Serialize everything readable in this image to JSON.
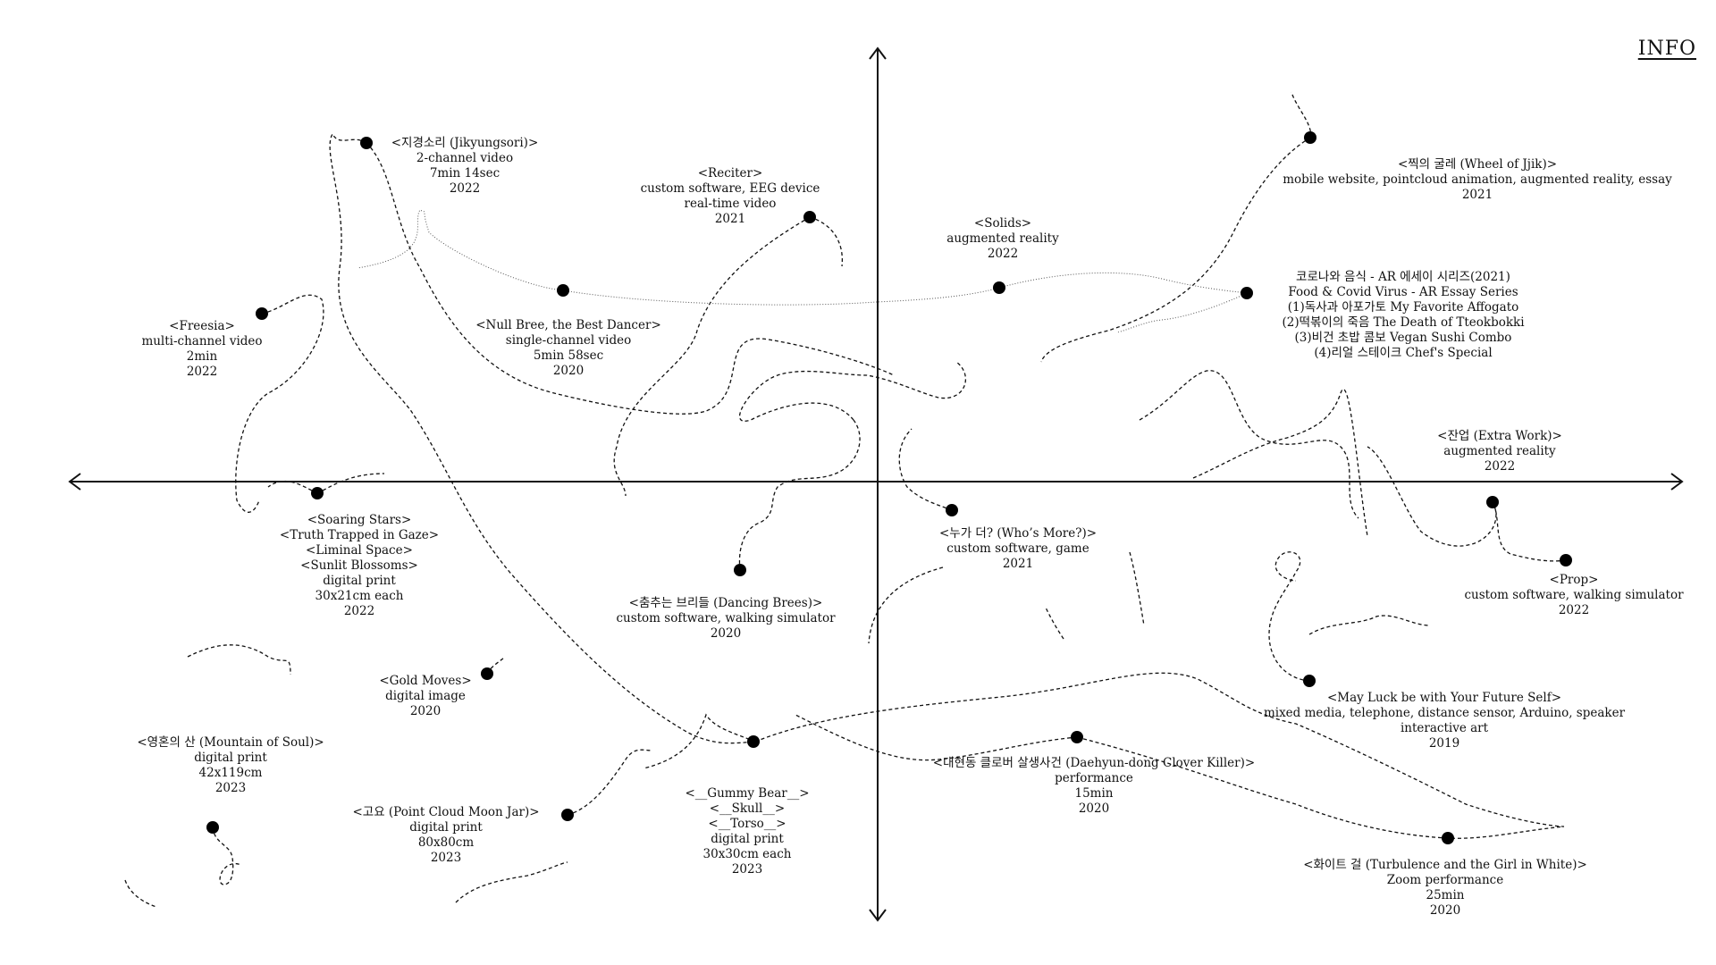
{
  "info_link": "INFO",
  "works": [
    {
      "id": "jikyungsori",
      "lines": [
        "<지경소리 (Jikyungsori)>",
        "2-channel video",
        "7min 14sec",
        "2022"
      ]
    },
    {
      "id": "reciter",
      "lines": [
        "<Reciter>",
        "custom software, EEG device",
        "real-time video",
        "2021"
      ]
    },
    {
      "id": "solids",
      "lines": [
        "<Solids>",
        "augmented reality",
        "2022"
      ]
    },
    {
      "id": "wheel-of-jjik",
      "lines": [
        "<찍의 굴레 (Wheel of Jjik)>",
        "mobile website, pointcloud animation, augmented reality, essay",
        "2021"
      ]
    },
    {
      "id": "food-covid",
      "lines": [
        "코로나와 음식 - AR 에세이 시리즈(2021)",
        "Food & Covid Virus - AR Essay Series",
        "(1)독사과 아포가토 My Favorite Affogato",
        "(2)떡볶이의 죽음 The Death of Tteokbokki",
        "(3)비건 초밥 콤보 Vegan Sushi Combo",
        "(4)리얼 스테이크 Chef's Special"
      ]
    },
    {
      "id": "freesia",
      "lines": [
        "<Freesia>",
        "multi-channel video",
        "2min",
        "2022"
      ]
    },
    {
      "id": "null-bree",
      "lines": [
        "<Null Bree, the Best Dancer>",
        "single-channel video",
        "5min 58sec",
        "2020"
      ]
    },
    {
      "id": "extra-work",
      "lines": [
        "<잔업 (Extra Work)>",
        "augmented reality",
        "2022"
      ]
    },
    {
      "id": "soaring-stars",
      "lines": [
        "<Soaring Stars>",
        "<Truth Trapped in Gaze>",
        "<Liminal Space>",
        "<Sunlit Blossoms>",
        "digital print",
        "30x21cm each",
        "2022"
      ]
    },
    {
      "id": "whos-more",
      "lines": [
        "<누가 더? (Who’s More?)>",
        "custom software, game",
        "2021"
      ]
    },
    {
      "id": "dancing-brees",
      "lines": [
        "<춤추는 브리들 (Dancing Brees)>",
        "custom software, walking simulator",
        "2020"
      ]
    },
    {
      "id": "prop",
      "lines": [
        "<Prop>",
        "custom software, walking simulator",
        "2022"
      ]
    },
    {
      "id": "gold-moves",
      "lines": [
        "<Gold Moves>",
        "digital image",
        "2020"
      ]
    },
    {
      "id": "may-luck",
      "lines": [
        "<May Luck be with Your Future Self>",
        "mixed media, telephone, distance sensor, Arduino, speaker",
        "interactive art",
        "2019"
      ]
    },
    {
      "id": "mountain-of-soul",
      "lines": [
        "<영혼의 산 (Mountain of Soul)>",
        "digital print",
        "42x119cm",
        "2023"
      ]
    },
    {
      "id": "clover-killer",
      "lines": [
        "<대현동 클로버 살생사건 (Daehyun-dong Clover Killer)>",
        "performance",
        "15min",
        "2020"
      ]
    },
    {
      "id": "point-cloud-moon-jar",
      "lines": [
        "<고요 (Point Cloud Moon Jar)>",
        "digital print",
        "80x80cm",
        "2023"
      ]
    },
    {
      "id": "gummy-bear",
      "lines": [
        "<__Gummy Bear__>",
        "<__Skull__>",
        "<__Torso__>",
        "digital print",
        "30x30cm each",
        "2023"
      ]
    },
    {
      "id": "turbulence",
      "lines": [
        "<화이트 걸 (Turbulence and the Girl in White)>",
        "Zoom performance",
        "25min",
        "2020"
      ]
    }
  ]
}
